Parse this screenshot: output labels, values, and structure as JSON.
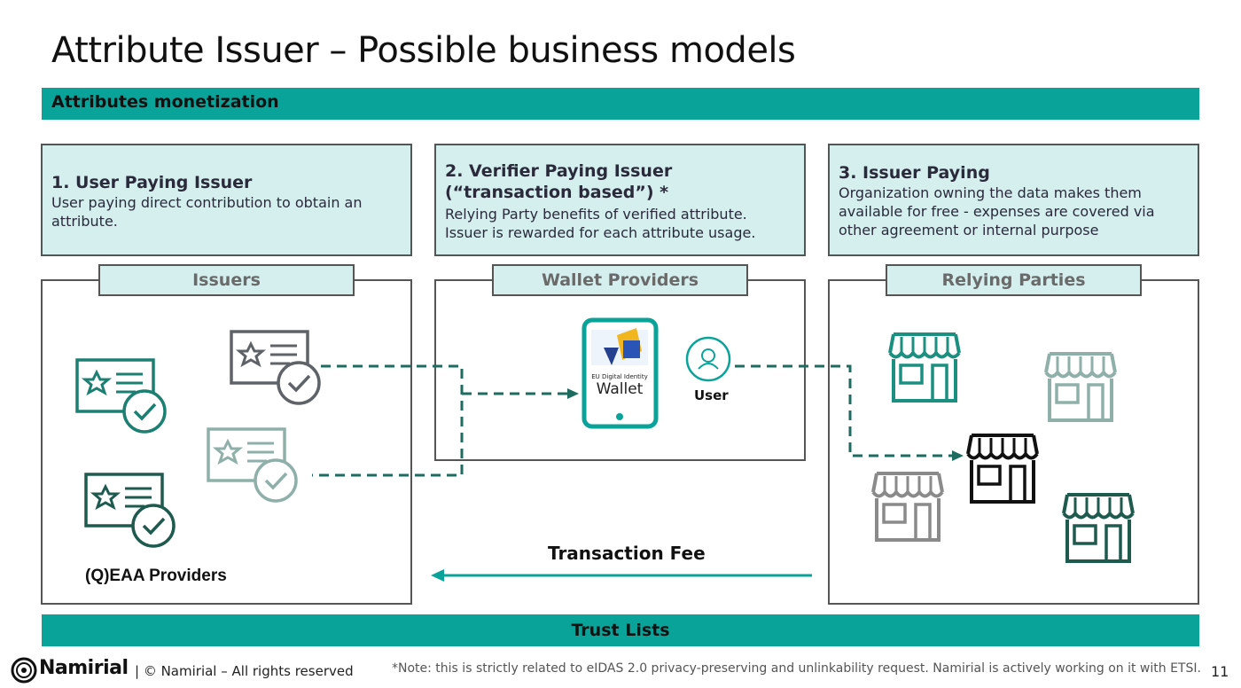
{
  "slide": {
    "title": "Attribute Issuer – Possible business models",
    "section_bar": "Attributes monetization",
    "bottom_bar": "Trust Lists",
    "page_number": "11"
  },
  "models": [
    {
      "title_line1": "1. User Paying Issuer",
      "title_line2": "",
      "desc_line1": "User paying direct contribution to obtain an",
      "desc_line2": "attribute.",
      "desc_line3": ""
    },
    {
      "title_line1": "2. Verifier Paying Issuer",
      "title_line2": "(“transaction based”) *",
      "desc_line1": "Relying Party benefits of verified attribute.",
      "desc_line2": "Issuer is rewarded for each attribute usage.",
      "desc_line3": ""
    },
    {
      "title_line1": "3. Issuer Paying",
      "title_line2": "",
      "desc_line1": "Organization owning the data makes them",
      "desc_line2": "available for free - expenses are covered via",
      "desc_line3": "other agreement or internal purpose"
    }
  ],
  "panels": {
    "issuers": {
      "label": "Issuers",
      "caption": "(Q)EAA Providers"
    },
    "wallet": {
      "label": "Wallet Providers",
      "wallet_small": "EU Digital Identity",
      "wallet_big": "Wallet",
      "user_label": "User"
    },
    "relying": {
      "label": "Relying Parties"
    }
  },
  "flow": {
    "transaction_fee": "Transaction Fee"
  },
  "footer": {
    "brand": "Namirial",
    "copyright": "| © Namirial – All rights reserved",
    "note": "*Note: this is strictly related to eIDAS 2.0 privacy-preserving and unlinkability request. Namirial is actively working on it with ETSI."
  },
  "colors": {
    "teal": "#0aa39a",
    "light_teal": "#d5efef",
    "dark_green": "#1e5a4e",
    "gray_icon": "#5f6368",
    "light_icon": "#8fb0a8"
  },
  "icons": [
    "credential-check-icon",
    "wallet-phone-icon",
    "user-icon",
    "storefront-icon",
    "arrow-left-icon"
  ]
}
